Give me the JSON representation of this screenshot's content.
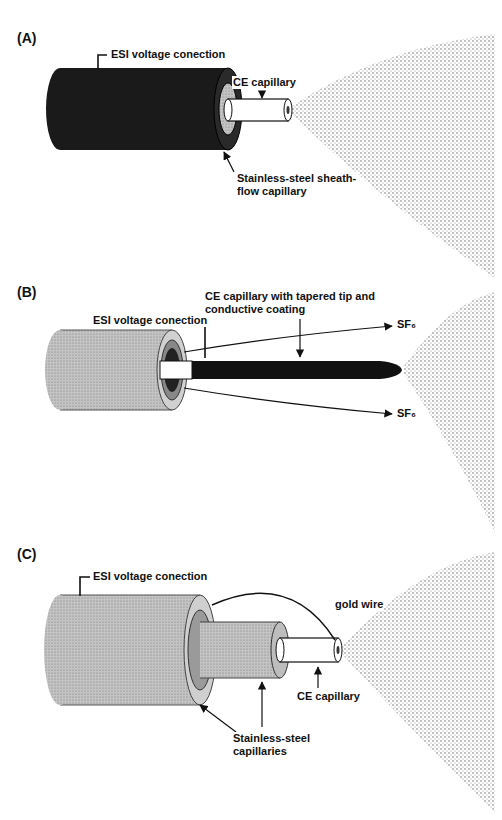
{
  "diagram": {
    "labels": [
      "(A)",
      "ESI voltage conection",
      "CE capillary",
      "Stainless-steel sheath-flow capillary",
      "(B)",
      "CE capillary with tapered tip and conductive coating",
      "ESI voltage conection",
      "SF₆",
      "SF₆",
      "(C)",
      "ESI voltage conection",
      "gold wire",
      "CE capillary",
      "Stainless-steel capillaries"
    ]
  }
}
